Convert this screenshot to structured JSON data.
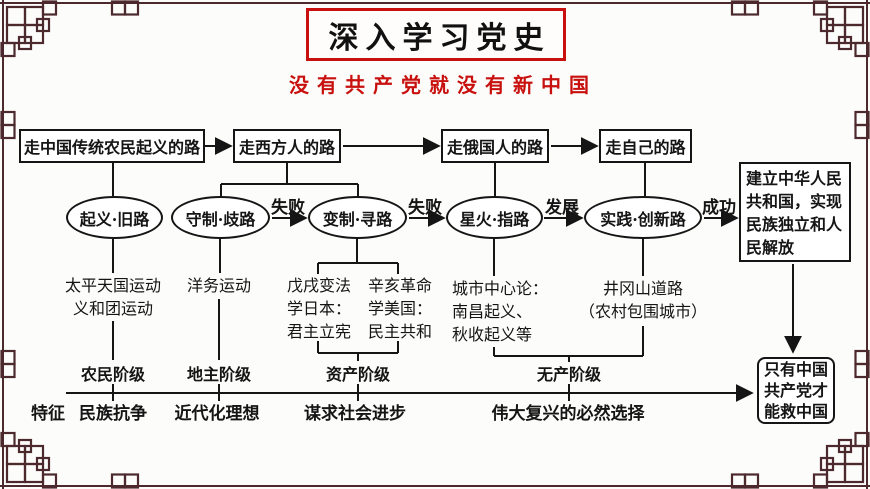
{
  "header": {
    "title": "深入学习党史",
    "subtitle": "没有共产党就没有新中国"
  },
  "flow": {
    "boxes": [
      {
        "label": "走中国传统农民起义的路"
      },
      {
        "label": "走西方人的路"
      },
      {
        "label": "走俄国人的路"
      },
      {
        "label": "走自己的路"
      }
    ],
    "stages": [
      {
        "label": "起义·旧路"
      },
      {
        "label": "守制·歧路"
      },
      {
        "label": "变制·寻路"
      },
      {
        "label": "星火·指路"
      },
      {
        "label": "实践·创新路"
      }
    ],
    "transitions": [
      {
        "label": "失败"
      },
      {
        "label": "失败"
      },
      {
        "label": "发展"
      },
      {
        "label": "成功"
      }
    ],
    "outcome": "建立中华人民共和国，实现民族独立和人民解放",
    "conclusion": "只有中国共产党才能救中国",
    "events": [
      {
        "text": "太平天国运动\n义和团运动"
      },
      {
        "text": "洋务运动"
      },
      {
        "text": "戊戌变法\n学日本：\n君主立宪"
      },
      {
        "text": "辛亥革命\n学美国：\n民主共和"
      },
      {
        "text": "城市中心论：\n南昌起义、\n秋收起义等"
      },
      {
        "text": "井冈山道路\n（农村包围城市）"
      }
    ],
    "classes": [
      {
        "label": "农民阶级"
      },
      {
        "label": "地主阶级"
      },
      {
        "label": "资产阶级"
      },
      {
        "label": "无产阶级"
      }
    ],
    "axis": {
      "label": "特征",
      "features": [
        {
          "label": "民族抗争"
        },
        {
          "label": "近代化理想"
        },
        {
          "label": "谋求社会进步"
        },
        {
          "label": "伟大复兴的必然选择"
        }
      ]
    }
  },
  "colors": {
    "accent_red": "#c8100e",
    "frame": "#4c292d",
    "ink": "#151515"
  }
}
